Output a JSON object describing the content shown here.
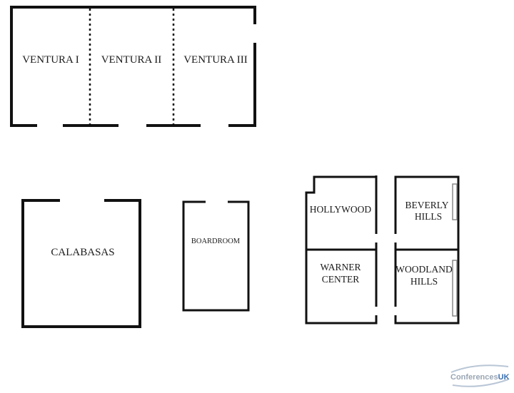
{
  "rooms": {
    "ventura_1": "VENTURA I",
    "ventura_2": "VENTURA II",
    "ventura_3": "VENTURA III",
    "calabasas": "CALABASAS",
    "boardroom": "BOARDROOM",
    "hollywood": "HOLLYWOOD",
    "beverly_hills_line1": "BEVERLY",
    "beverly_hills_line2": "HILLS",
    "warner_center_line1": "WARNER",
    "warner_center_line2": "CENTER",
    "woodland_hills_line1": "WOODLAND",
    "woodland_hills_line2": "HILLS"
  },
  "logo": {
    "text_main": "Conferences",
    "text_suffix": "UK"
  },
  "colors": {
    "walls": "#111111",
    "text": "#1a1a1a",
    "logo_main": "#9aa6b4",
    "logo_suffix": "#3a6fb0"
  }
}
